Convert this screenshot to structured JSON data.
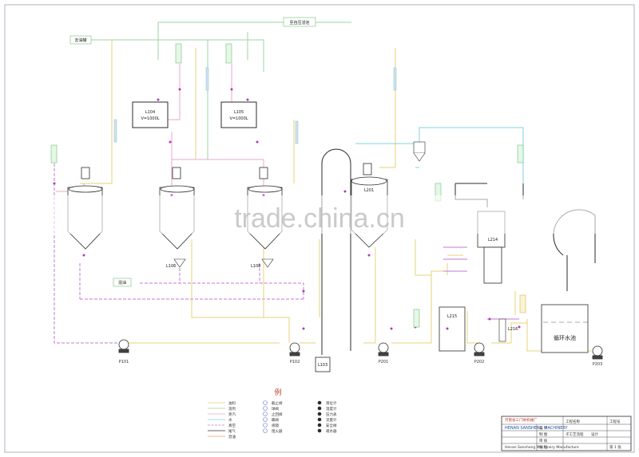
{
  "diagram": {
    "top_labels": {
      "main_supply": "至自压浸池",
      "left_supply": "去油罐"
    },
    "tanks": [
      {
        "tag": "L104"
      },
      {
        "tag": "L105"
      },
      {
        "tag": "L201"
      },
      {
        "tag": "L214"
      },
      {
        "tag": "L215"
      },
      {
        "tag": "L216"
      },
      {
        "tag": "L103"
      }
    ],
    "small_tags": {
      "tank_sub": "V=1000L",
      "filter_a": "L106",
      "filter_b": "L108",
      "mix_label": "混油"
    },
    "pumps": [
      "P101",
      "P102",
      "P201",
      "P202",
      "P203"
    ],
    "pool_label": "循环水池",
    "watermark": "trade.china.cn",
    "legend": {
      "title": "例",
      "col1": [
        "油料",
        "溶剂",
        "蒸汽",
        "水",
        "真空",
        "尾气",
        "混油"
      ],
      "col2": [
        "截止阀",
        "球阀",
        "止回阀",
        "蝶阀",
        "视镜",
        "阻火器"
      ],
      "col3": [
        "液位计",
        "温度计",
        "压力表",
        "流量计",
        "安全阀",
        "疏水器"
      ]
    },
    "title_block": {
      "company_cn": "河南省三门峡机械厂",
      "company_en": "HENAN SANSHENG MACHINERY",
      "project_label": "工程名称",
      "drawing_label": "工程号",
      "process_label": "子工艺流程",
      "stage_label": "设计",
      "rows": [
        "设 计",
        "制 图",
        "审 核",
        "批 准"
      ],
      "sheet": "第 1 张",
      "footer": "Henan Sansheng Machinery Manufacture"
    },
    "colors": {
      "steam": "#e9a7d2",
      "water": "#7fd0e8",
      "oil": "#e8d27a",
      "solvent": "#9bd6a3",
      "vacuum": "#c07ad6",
      "equipment": "#2b2b2b"
    }
  }
}
